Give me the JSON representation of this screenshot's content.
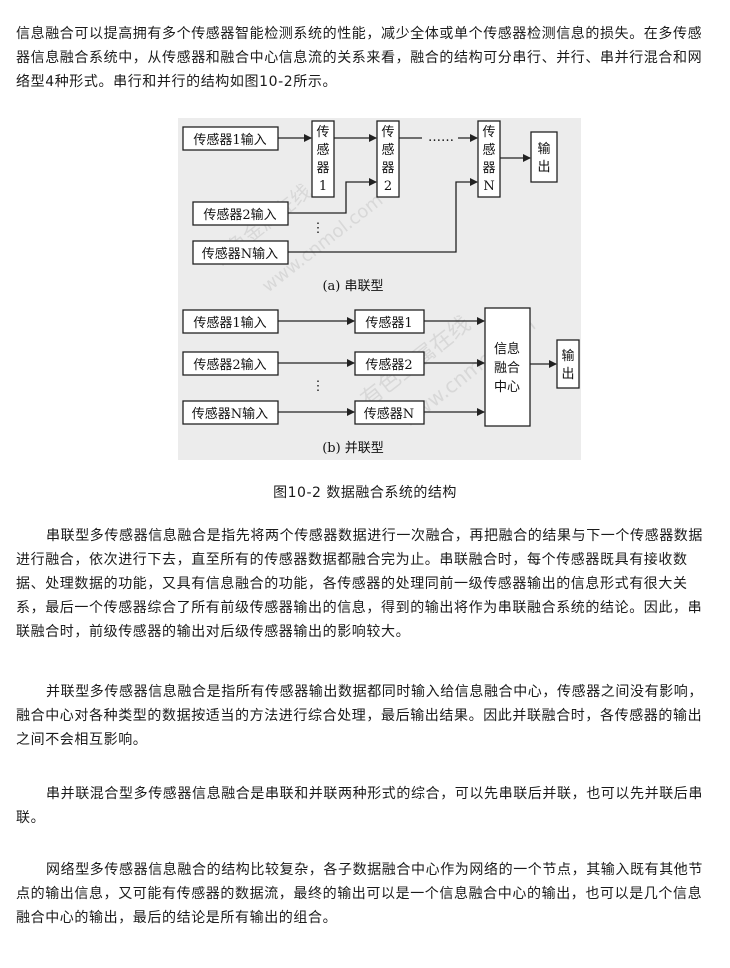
{
  "paragraphs": {
    "intro": "信息融合可以提高拥有多个传感器智能检测系统的性能，减少全体或单个传感器检测信息的损失。在多传感器信息融合系统中，从传感器和融合中心信息流的关系来看，融合的结构可分串行、并行、串并行混合和网络型4种形式。串行和并行的结构如图10-2所示。",
    "serial": "串联型多传感器信息融合是指先将两个传感器数据进行一次融合，再把融合的结果与下一个传感器数据进行融合，依次进行下去，直至所有的传感器数据都融合完为止。串联融合时，每个传感器既具有接收数据、处理数据的功能，又具有信息融合的功能，各传感器的处理同前一级传感器输出的信息形式有很大关系，最后一个传感器综合了所有前级传感器输出的信息，得到的输出将作为串联融合系统的结论。因此，串联融合时，前级传感器的输出对后级传感器输出的影响较大。",
    "parallel": "并联型多传感器信息融合是指所有传感器输出数据都同时输入给信息融合中心，传感器之间没有影响，融合中心对各种类型的数据按适当的方法进行综合处理，最后输出结果。因此并联融合时，各传感器的输出之间不会相互影响。",
    "hybrid": "串并联混合型多传感器信息融合是串联和并联两种形式的综合，可以先串联后并联，也可以先并联后串联。",
    "network": "网络型多传感器信息融合的结构比较复杂，各子数据融合中心作为网络的一个节点，其输入既有其他节点的输出信息，又可能有传感器的数据流，最终的输出可以是一个信息融合中心的输出，也可以是几个信息融合中心的输出，最后的结论是所有输出的组合。"
  },
  "figure": {
    "caption": "图10-2 数据融合系统的结构",
    "serial": {
      "caption": "(a) 串联型",
      "inputs": [
        "传感器1输入",
        "传感器2输入",
        "传感器N输入"
      ],
      "sensor1": [
        "传",
        "感",
        "器",
        "1"
      ],
      "sensor2": [
        "传",
        "感",
        "器",
        "2"
      ],
      "sensorN": [
        "传",
        "感",
        "器",
        "N"
      ],
      "output": [
        "输",
        "出"
      ],
      "dots": "……"
    },
    "parallel": {
      "caption": "(b) 并联型",
      "inputs": [
        "传感器1输入",
        "传感器2输入",
        "传感器N输入"
      ],
      "sensors": [
        "传感器1",
        "传感器2",
        "传感器N"
      ],
      "center": [
        "信息",
        "融合",
        "中心"
      ],
      "output": [
        "输",
        "出"
      ]
    },
    "watermarks": [
      "有色金属在线",
      "www.cnmol.com",
      "有色金属在线",
      "www.cnmol.com"
    ]
  }
}
